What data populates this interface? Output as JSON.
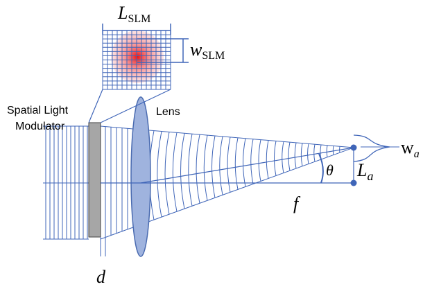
{
  "labels": {
    "slm_width_symbol": "L",
    "slm_width_subscript": "SLM",
    "pixel_width_symbol": "w",
    "pixel_width_subscript": "SLM",
    "slm_line1": "Spatial Light",
    "slm_line2": "Modulator",
    "lens": "Lens",
    "angle": "θ",
    "focal_length": "f",
    "offset_symbol": "L",
    "offset_subscript": "a",
    "spot_symbol": "w",
    "spot_subscript": "a",
    "gap": "d"
  },
  "colors": {
    "wavefront": "#3f65b8",
    "lens_fill": "#9fb3de",
    "lens_stroke": "#4a6bb0",
    "slm_fill": "#a6a6a6",
    "spot_center": "#ee1111",
    "point": "#3f65b8"
  }
}
